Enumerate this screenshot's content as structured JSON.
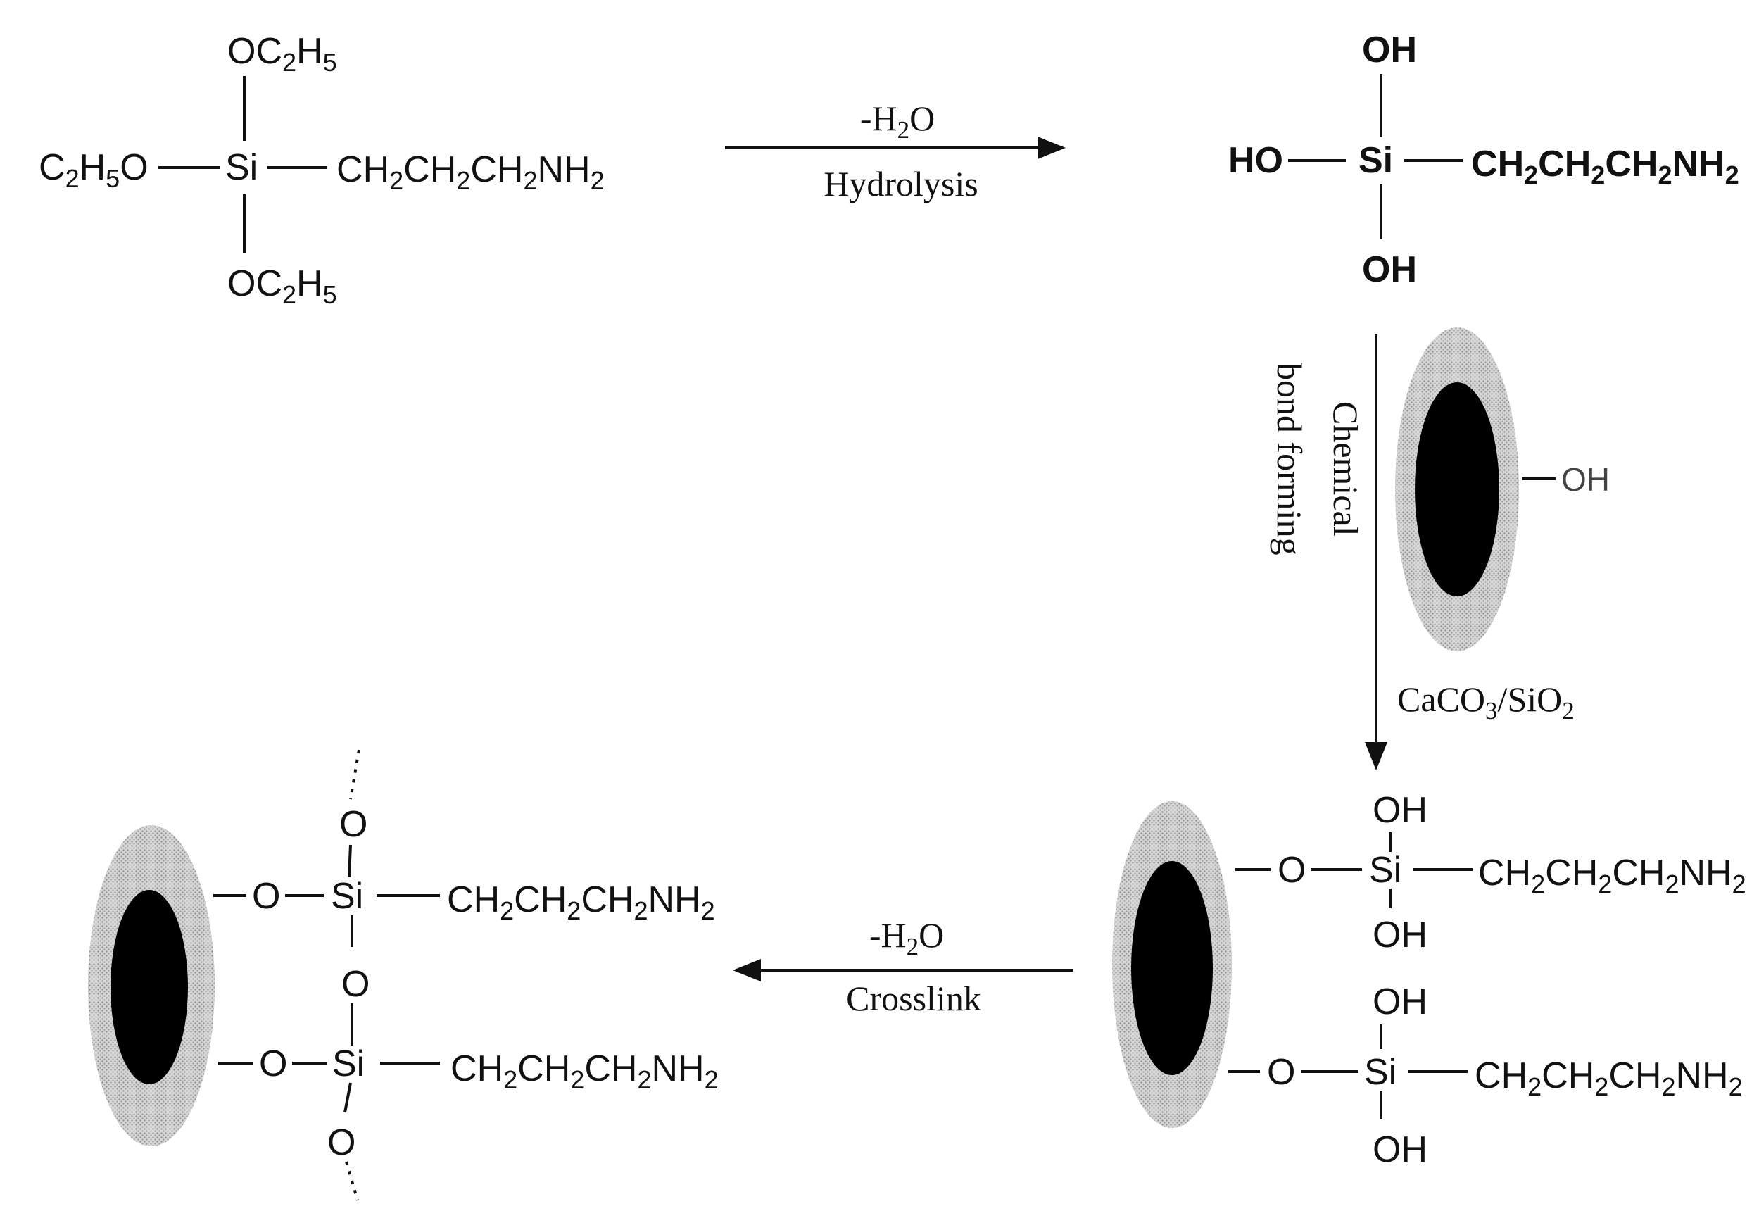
{
  "step1": {
    "reactant": {
      "top": "OC2H5",
      "left": "C2H5O",
      "center": "Si",
      "right": "CH2CH2CH2NH2",
      "bottom": "OC2H5"
    },
    "arrow_top": "-H2O",
    "arrow_bottom": "Hydrolysis",
    "product": {
      "top": "OH",
      "left": "HO",
      "center": "Si",
      "right": "CH2CH2CH2NH2",
      "bottom": "OH"
    }
  },
  "step2": {
    "side_label_1": "Chemical",
    "side_label_2": "bond forming",
    "particle_group": "OH",
    "reagent": "CaCO3/SiO2"
  },
  "step3": {
    "upper": {
      "top": "OH",
      "link": "O",
      "center": "Si",
      "right": "CH2CH2CH2NH2",
      "bottom": "OH"
    },
    "lower": {
      "top": "OH",
      "link": "O",
      "center": "Si",
      "right": "CH2CH2CH2NH2",
      "bottom": "OH"
    }
  },
  "step4": {
    "arrow_top": "-H2O",
    "arrow_bottom": "Crosslink",
    "upper": {
      "top": "O",
      "link": "O",
      "center": "Si",
      "right": "CH2CH2CH2NH2",
      "bridge": "O"
    },
    "lower": {
      "link": "O",
      "center": "Si",
      "right": "CH2CH2CH2NH2",
      "bottom": "O"
    }
  },
  "colors": {
    "ink": "#111111",
    "particle_core": "#000000",
    "particle_shell": "#bdbdbd"
  }
}
